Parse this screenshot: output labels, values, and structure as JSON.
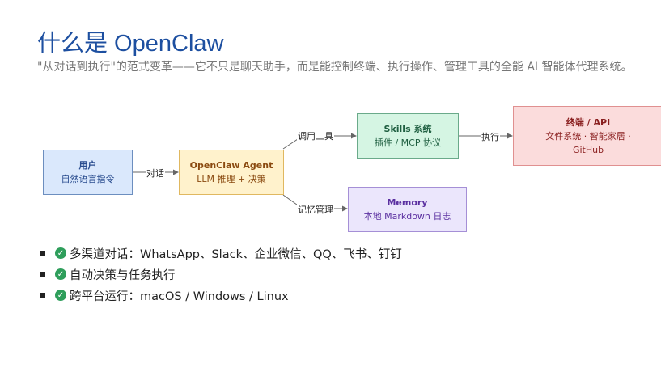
{
  "title": "什么是 OpenClaw",
  "subtitle": "\"从对话到执行\"的范式变革——它不只是聊天助手，而是能控制终端、执行操作、管理工具的全能 AI 智能体代理系统。",
  "diagram": {
    "user": {
      "title": "用户",
      "desc": "自然语言指令"
    },
    "agent": {
      "title": "OpenClaw Agent",
      "desc": "LLM 推理 + 决策"
    },
    "skills": {
      "title": "Skills 系统",
      "desc": "插件 / MCP 协议"
    },
    "terminal": {
      "title": "终端 / API",
      "desc": "文件系统 · 智能家居 · GitHub"
    },
    "memory": {
      "title": "Memory",
      "desc": "本地 Markdown 日志"
    },
    "edges": {
      "chat": "对话",
      "call_tools": "调用工具",
      "execute": "执行",
      "memory_mgmt": "记忆管理"
    }
  },
  "bullets": [
    {
      "icon": "check-circle-icon",
      "text": "多渠道对话：WhatsApp、Slack、企业微信、QQ、飞书、钉钉"
    },
    {
      "icon": "check-circle-icon",
      "text": "自动决策与任务执行"
    },
    {
      "icon": "check-circle-icon",
      "text": "跨平台运行：macOS / Windows / Linux"
    }
  ],
  "colors": {
    "title": "#1d4fa0",
    "check": "#2e9e5b"
  }
}
